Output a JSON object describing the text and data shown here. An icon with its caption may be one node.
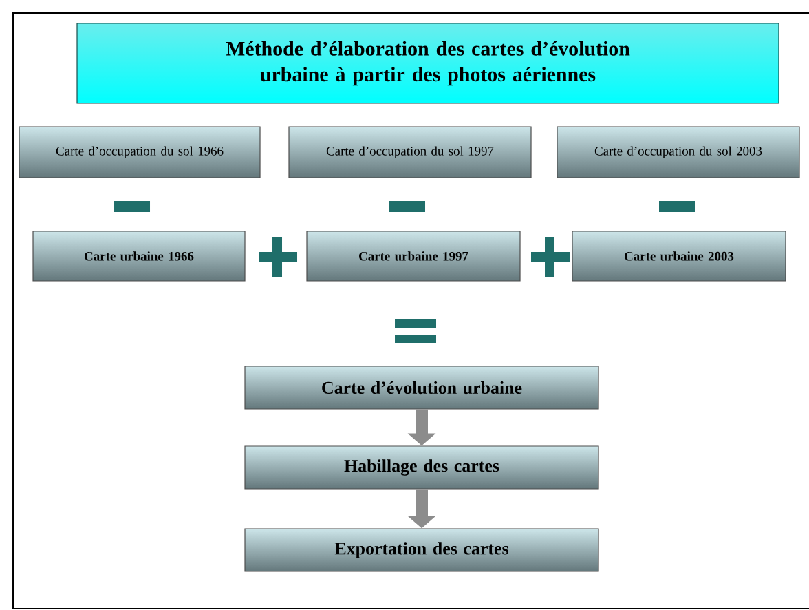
{
  "diagram": {
    "nodes": [
      {
        "text": [
          "Méthode d’élaboration des cartes d’évolution urbaine à partir des photos aériennes"
        ]
      },
      {
        "text": [
          "Carte d’occupation du sol 1966"
        ]
      },
      {
        "text": [
          "Carte d’occupation du sol 1997"
        ]
      },
      {
        "text": [
          "Carte d’occupation du sol 2003"
        ]
      },
      {
        "text": [
          "Carte urbaine 1966"
        ]
      },
      {
        "text": [
          "Carte urbaine 1997"
        ]
      },
      {
        "text": [
          "Carte urbaine 2003"
        ]
      },
      {
        "text": [
          "Carte d’évolution urbaine"
        ]
      },
      {
        "text": [
          "Habillage des cartes"
        ]
      },
      {
        "text": [
          "Exportation des cartes"
        ]
      }
    ],
    "edges": [
      {
        "from": 7,
        "to": 8,
        "arrow": "to"
      },
      {
        "from": 8,
        "to": 9,
        "arrow": "to"
      }
    ]
  }
}
